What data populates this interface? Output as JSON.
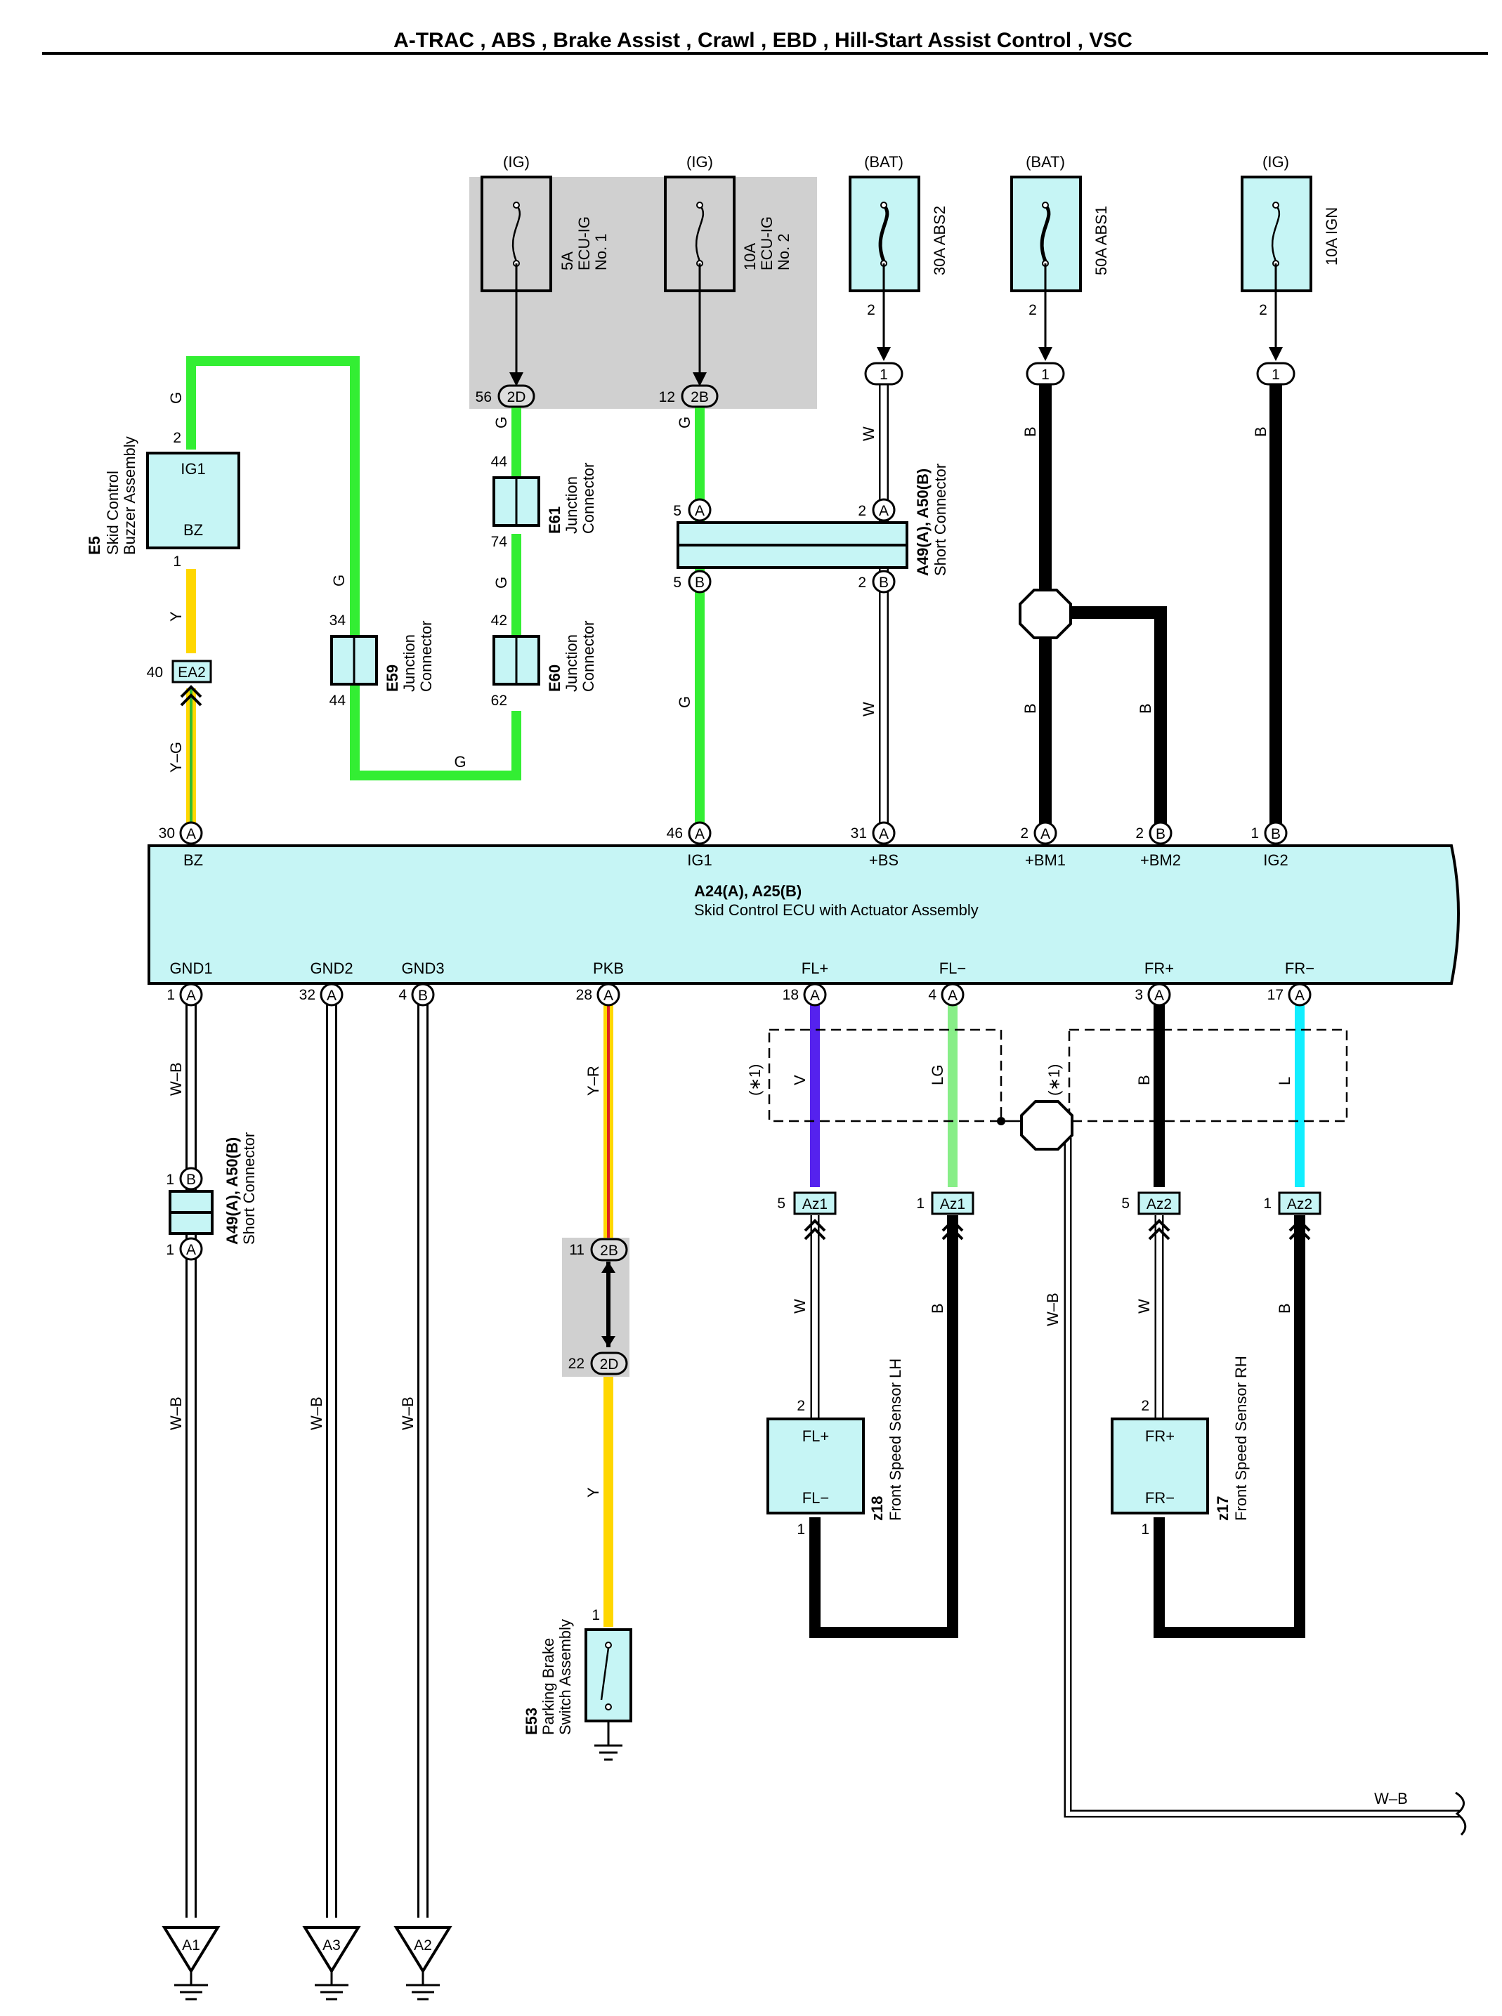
{
  "title": "A-TRAC , ABS , Brake Assist , Crawl , EBD , Hill-Start Assist Control , VSC",
  "colors": {
    "G": "#33ee33",
    "Y": "#ffd700",
    "Y-G": "#ffd700",
    "B": "#000000",
    "W": "#ffffff",
    "W-B": "#ffffff",
    "Y-R": "#ffd700",
    "V": "#5522ee",
    "LG": "#88ee88",
    "L": "#11eeff",
    "box": "#c6f5f5"
  },
  "fuses": [
    {
      "source": "(IG)",
      "rating": "5A",
      "name1": "ECU-IG",
      "name2": "No. 1"
    },
    {
      "source": "(IG)",
      "rating": "10A",
      "name1": "ECU-IG",
      "name2": "No. 2"
    },
    {
      "source": "(BAT)",
      "rating": "30A ABS2",
      "pin": "2",
      "conn": "1"
    },
    {
      "source": "(BAT)",
      "rating": "50A ABS1",
      "pin": "2",
      "conn": "1"
    },
    {
      "source": "(IG)",
      "rating": "10A IGN",
      "pin": "2",
      "conn": "1"
    }
  ],
  "junction": {
    "pin1": "56",
    "conn1": "2D",
    "pin2": "12",
    "conn2": "2B",
    "pin3": "11",
    "conn3": "2B",
    "pin4": "22",
    "conn4": "2D"
  },
  "components": {
    "e5": {
      "code": "E5",
      "name1": "Skid Control",
      "name2": "Buzzer Assembly",
      "pin_top": "2",
      "pin_bot": "1",
      "lbl_top": "IG1",
      "lbl_bot": "BZ"
    },
    "e59": {
      "code": "E59",
      "name1": "Junction",
      "name2": "Connector",
      "pin_top": "34",
      "pin_bot": "44"
    },
    "e60": {
      "code": "E60",
      "name1": "Junction",
      "name2": "Connector",
      "pin_top": "42",
      "pin_bot": "62"
    },
    "e61": {
      "code": "E61",
      "name1": "Junction",
      "name2": "Connector",
      "pin_top": "44",
      "pin_bot": "74"
    },
    "shortcon": {
      "code": "A49(A), A50(B)",
      "name": "Short Connector",
      "p1": "5",
      "c1": "A",
      "p2": "2",
      "c2": "A",
      "p3": "5",
      "c3": "B",
      "p4": "2",
      "c4": "B"
    },
    "shortcon2": {
      "code": "A49(A), A50(B)",
      "name": "Short Connector",
      "p1": "1",
      "c1": "B",
      "p2": "1",
      "c2": "A"
    },
    "ea2": {
      "pin": "40",
      "conn": "EA2"
    },
    "ecu": {
      "code": "A24(A), A25(B)",
      "name": "Skid Control ECU with Actuator Assembly"
    },
    "e53": {
      "code": "E53",
      "name1": "Parking Brake",
      "name2": "Switch Assembly",
      "pin": "1"
    },
    "z18": {
      "code": "z18",
      "name": "Front Speed Sensor LH",
      "pin_top": "2",
      "pin_bot": "1",
      "lbl_top": "FL+",
      "lbl_bot": "FL−"
    },
    "z17": {
      "code": "z17",
      "name": "Front Speed Sensor RH",
      "pin_top": "2",
      "pin_bot": "1",
      "lbl_top": "FR+",
      "lbl_bot": "FR−"
    },
    "az1": {
      "conn": "Az1",
      "pin_a": "5",
      "pin_b": "1"
    },
    "az2": {
      "conn": "Az2",
      "pin_a": "5",
      "pin_b": "1"
    }
  },
  "ecu_pins_top": [
    {
      "pin": "30",
      "conn": "A",
      "label": "BZ"
    },
    {
      "pin": "46",
      "conn": "A",
      "label": "IG1"
    },
    {
      "pin": "31",
      "conn": "A",
      "label": "+BS"
    },
    {
      "pin": "2",
      "conn": "A",
      "label": "+BM1"
    },
    {
      "pin": "2",
      "conn": "B",
      "label": "+BM2"
    },
    {
      "pin": "1",
      "conn": "B",
      "label": "IG2"
    }
  ],
  "ecu_pins_bottom": [
    {
      "pin": "1",
      "conn": "A",
      "label": "GND1"
    },
    {
      "pin": "32",
      "conn": "A",
      "label": "GND2"
    },
    {
      "pin": "4",
      "conn": "B",
      "label": "GND3"
    },
    {
      "pin": "28",
      "conn": "A",
      "label": "PKB"
    },
    {
      "pin": "18",
      "conn": "A",
      "label": "FL+"
    },
    {
      "pin": "4",
      "conn": "A",
      "label": "FL−"
    },
    {
      "pin": "3",
      "conn": "A",
      "label": "FR+"
    },
    {
      "pin": "17",
      "conn": "A",
      "label": "FR−"
    }
  ],
  "wire_labels": {
    "G": "G",
    "Y": "Y",
    "YG": "Y–G",
    "W": "W",
    "B": "B",
    "WB": "W–B",
    "YR": "Y–R",
    "V": "V",
    "LG": "LG",
    "L": "L"
  },
  "notes": {
    "star1": "(∗1)"
  },
  "grounds": [
    "A1",
    "A3",
    "A2"
  ]
}
